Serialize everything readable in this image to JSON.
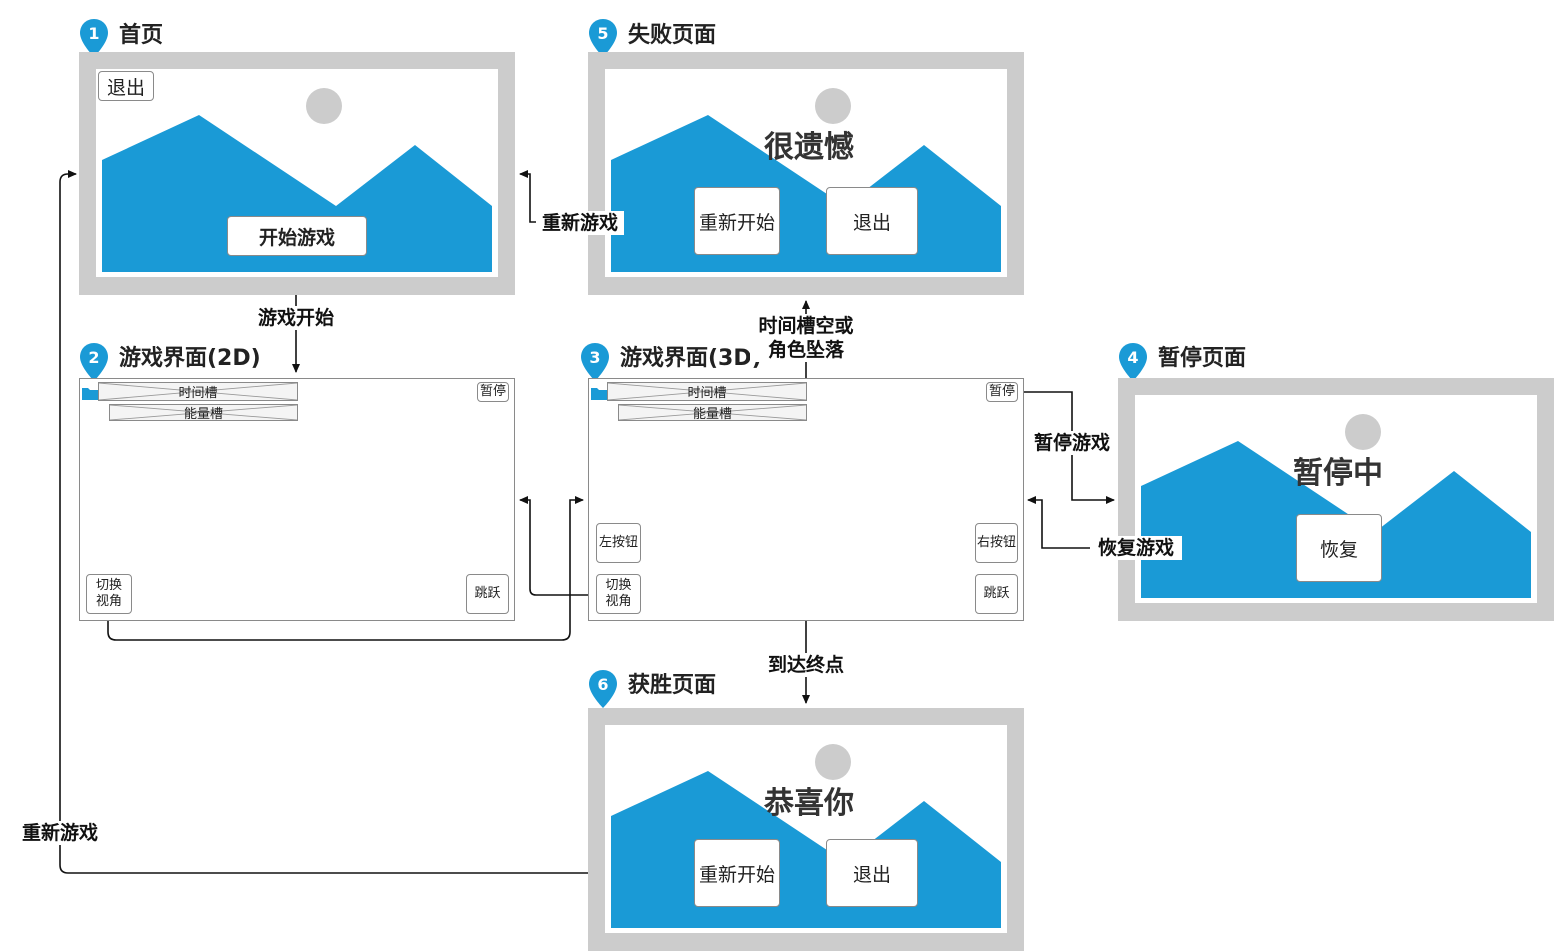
{
  "screens": {
    "home": {
      "number": "1",
      "title": "首页",
      "exit_button": "退出",
      "start_button": "开始游戏"
    },
    "game2d": {
      "number": "2",
      "title": "游戏界面(2D)",
      "time_slot": "时间槽",
      "energy_slot": "能量槽",
      "pause_button": "暂停",
      "switch_view_button": "切换\n视角",
      "jump_button": "跳跃"
    },
    "game3d": {
      "number": "3",
      "title": "游戏界面(3D)",
      "time_slot": "时间槽",
      "energy_slot": "能量槽",
      "pause_button": "暂停",
      "left_button": "左按钮",
      "right_button": "右按钮",
      "switch_view_button": "切换\n视角",
      "jump_button": "跳跃"
    },
    "pause": {
      "number": "4",
      "title": "暂停页面",
      "overlay_text": "暂停中",
      "resume_button": "恢复"
    },
    "fail": {
      "number": "5",
      "title": "失败页面",
      "overlay_text": "很遗憾",
      "restart_button": "重新开始",
      "exit_button": "退出"
    },
    "win": {
      "number": "6",
      "title": "获胜页面",
      "overlay_text": "恭喜你",
      "restart_button": "重新开始",
      "exit_button": "退出"
    }
  },
  "flow_labels": {
    "game_start": "游戏开始",
    "fail_restart": "重新游戏",
    "fail_condition": "时间槽空或\n角色坠落",
    "pause_game": "暂停游戏",
    "resume_game": "恢复游戏",
    "reach_goal": "到达终点",
    "win_restart": "重新游戏"
  },
  "colors": {
    "accent": "#1a9ad6",
    "frame_gray": "#cccccc",
    "placeholder_sun": "#cccccc"
  },
  "icons": {
    "placeholder_image": "mountain-image-icon",
    "pin": "map-pin-icon",
    "folder": "folder-icon"
  }
}
